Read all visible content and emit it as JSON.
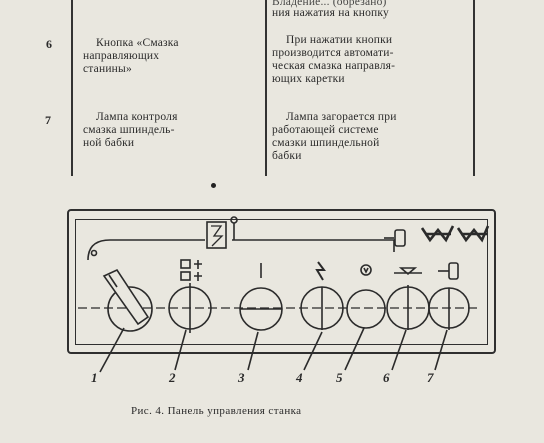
{
  "table": {
    "top_cut_line1": "Владение... (обрезано)",
    "top_cut_line2": "ния нажатия на кнопку",
    "rows": [
      {
        "num": "6",
        "name": [
          "Кнопка «Смазка",
          "направляющих",
          "станины»"
        ],
        "desc": [
          "При нажатии кнопки",
          "производится автомати-",
          "ческая смазка направля-",
          "ющих каретки"
        ]
      },
      {
        "num": "7",
        "name": [
          "Лампа контроля",
          "смазка шпиндель-",
          "ной бабки"
        ],
        "desc": [
          "Лампа загорается при",
          "работающей системе",
          "смазки шпиндельной",
          "бабки"
        ]
      }
    ]
  },
  "figure": {
    "callouts": [
      "1",
      "2",
      "3",
      "4",
      "5",
      "6",
      "7"
    ],
    "caption": "Рис. 4. Панель управления станка",
    "icons": [
      "switch-key-icon",
      "motor-selector-icon",
      "power-indicator-icon",
      "lightning-icon",
      "spindle-lube-icon",
      "lube-pump-icon",
      "lamp-icon"
    ]
  }
}
